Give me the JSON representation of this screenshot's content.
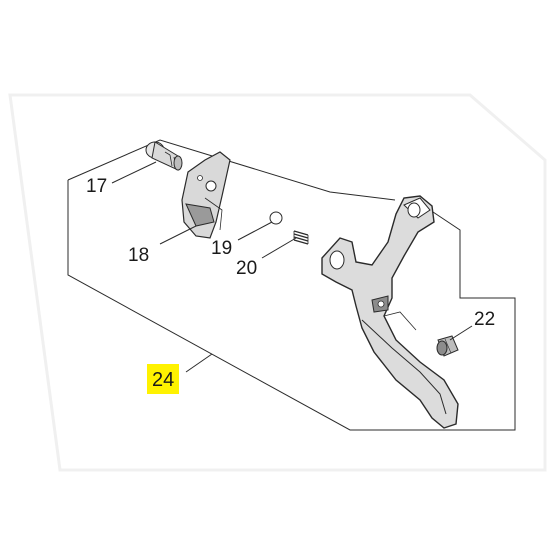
{
  "diagram": {
    "callouts": [
      {
        "id": "17",
        "label": "17"
      },
      {
        "id": "18",
        "label": "18"
      },
      {
        "id": "19",
        "label": "19"
      },
      {
        "id": "20",
        "label": "20"
      },
      {
        "id": "22",
        "label": "22"
      },
      {
        "id": "24",
        "label": "24",
        "highlighted": true
      }
    ],
    "colors": {
      "line": "#2b2b2b",
      "part_fill": "#d9d9d9",
      "part_shade": "#8c8c8c",
      "highlight": "#fff200",
      "frame_shadow": "#f2f2f2"
    }
  }
}
